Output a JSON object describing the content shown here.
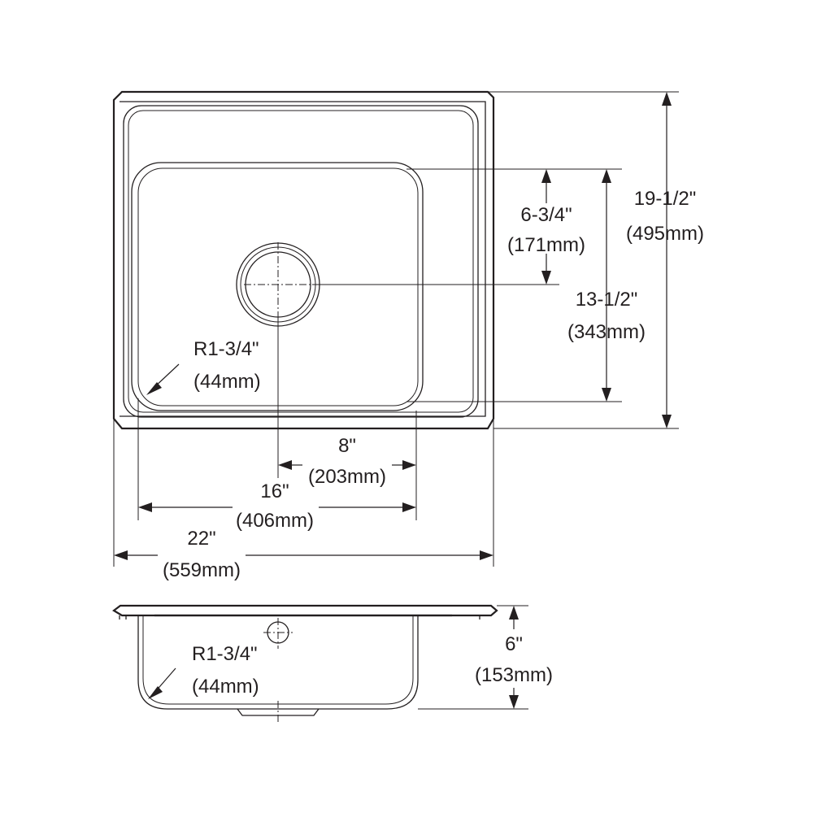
{
  "top_view": {
    "overall_depth": {
      "imperial": "19-1/2\"",
      "metric": "(495mm)"
    },
    "bowl_length": {
      "imperial": "13-1/2\"",
      "metric": "(343mm)"
    },
    "drain_offset": {
      "imperial": "6-3/4\"",
      "metric": "(171mm)"
    },
    "corner_radius": {
      "imperial": "R1-3/4\"",
      "metric": "(44mm)"
    },
    "drain_center": {
      "imperial": "8\"",
      "metric": "(203mm)"
    },
    "bowl_width": {
      "imperial": "16\"",
      "metric": "(406mm)"
    },
    "overall_width": {
      "imperial": "22\"",
      "metric": "(559mm)"
    }
  },
  "side_view": {
    "corner_radius": {
      "imperial": "R1-3/4\"",
      "metric": "(44mm)"
    },
    "bowl_depth": {
      "imperial": "6\"",
      "metric": "(153mm)"
    }
  }
}
